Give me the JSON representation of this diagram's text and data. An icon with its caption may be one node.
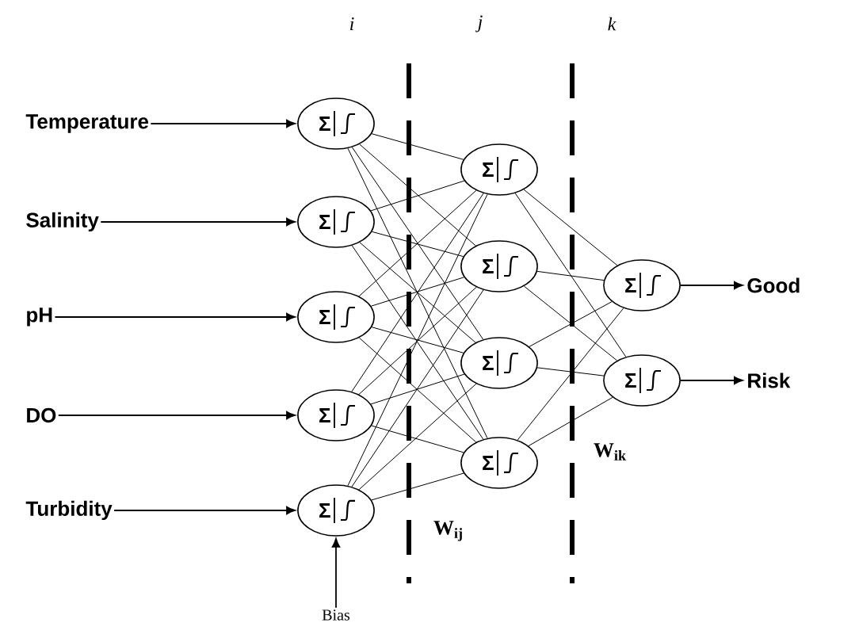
{
  "diagram": {
    "nodes": [
      {
        "text": [
          "Temperature"
        ]
      },
      {
        "text": [
          "Salinity"
        ]
      },
      {
        "text": [
          "pH"
        ]
      },
      {
        "text": [
          "DO"
        ]
      },
      {
        "text": [
          "Turbidity"
        ]
      },
      {
        "text": [
          "Σ"
        ]
      },
      {
        "text": [
          "Σ"
        ]
      },
      {
        "text": [
          "Σ"
        ]
      },
      {
        "text": [
          "Σ"
        ]
      },
      {
        "text": [
          "Σ"
        ]
      },
      {
        "text": [
          "Σ"
        ]
      },
      {
        "text": [
          "Σ"
        ]
      },
      {
        "text": [
          "Σ"
        ]
      },
      {
        "text": [
          "Σ"
        ]
      },
      {
        "text": [
          "Σ"
        ]
      },
      {
        "text": [
          "Σ"
        ]
      },
      {
        "text": [
          "Good"
        ]
      },
      {
        "text": [
          "Risk"
        ]
      },
      {
        "text": [
          "Bias"
        ]
      }
    ],
    "edges": [
      {
        "from": 0,
        "to": 5,
        "arrow": "to"
      },
      {
        "from": 1,
        "to": 6,
        "arrow": "to"
      },
      {
        "from": 2,
        "to": 7,
        "arrow": "to"
      },
      {
        "from": 3,
        "to": 8,
        "arrow": "to"
      },
      {
        "from": 4,
        "to": 9,
        "arrow": "to"
      },
      {
        "from": 18,
        "to": 9,
        "arrow": "to"
      },
      {
        "from": 5,
        "to": 10,
        "arrow": "none"
      },
      {
        "from": 5,
        "to": 11,
        "arrow": "none"
      },
      {
        "from": 5,
        "to": 12,
        "arrow": "none"
      },
      {
        "from": 5,
        "to": 13,
        "arrow": "none"
      },
      {
        "from": 6,
        "to": 10,
        "arrow": "none"
      },
      {
        "from": 6,
        "to": 11,
        "arrow": "none"
      },
      {
        "from": 6,
        "to": 12,
        "arrow": "none"
      },
      {
        "from": 6,
        "to": 13,
        "arrow": "none"
      },
      {
        "from": 7,
        "to": 10,
        "arrow": "none"
      },
      {
        "from": 7,
        "to": 11,
        "arrow": "none"
      },
      {
        "from": 7,
        "to": 12,
        "arrow": "none"
      },
      {
        "from": 7,
        "to": 13,
        "arrow": "none"
      },
      {
        "from": 8,
        "to": 10,
        "arrow": "none"
      },
      {
        "from": 8,
        "to": 11,
        "arrow": "none"
      },
      {
        "from": 8,
        "to": 12,
        "arrow": "none"
      },
      {
        "from": 8,
        "to": 13,
        "arrow": "none"
      },
      {
        "from": 9,
        "to": 10,
        "arrow": "none"
      },
      {
        "from": 9,
        "to": 11,
        "arrow": "none"
      },
      {
        "from": 9,
        "to": 12,
        "arrow": "none"
      },
      {
        "from": 9,
        "to": 13,
        "arrow": "none"
      },
      {
        "from": 10,
        "to": 14,
        "arrow": "none"
      },
      {
        "from": 10,
        "to": 15,
        "arrow": "none"
      },
      {
        "from": 11,
        "to": 14,
        "arrow": "none"
      },
      {
        "from": 11,
        "to": 15,
        "arrow": "none"
      },
      {
        "from": 12,
        "to": 14,
        "arrow": "none"
      },
      {
        "from": 12,
        "to": 15,
        "arrow": "none"
      },
      {
        "from": 13,
        "to": 14,
        "arrow": "none"
      },
      {
        "from": 13,
        "to": 15,
        "arrow": "none"
      },
      {
        "from": 14,
        "to": 16,
        "arrow": "to"
      },
      {
        "from": 15,
        "to": 17,
        "arrow": "to"
      }
    ],
    "labels": [
      "i",
      "j",
      "k",
      "W$_{ik}$",
      "W$_{ij}$"
    ]
  }
}
